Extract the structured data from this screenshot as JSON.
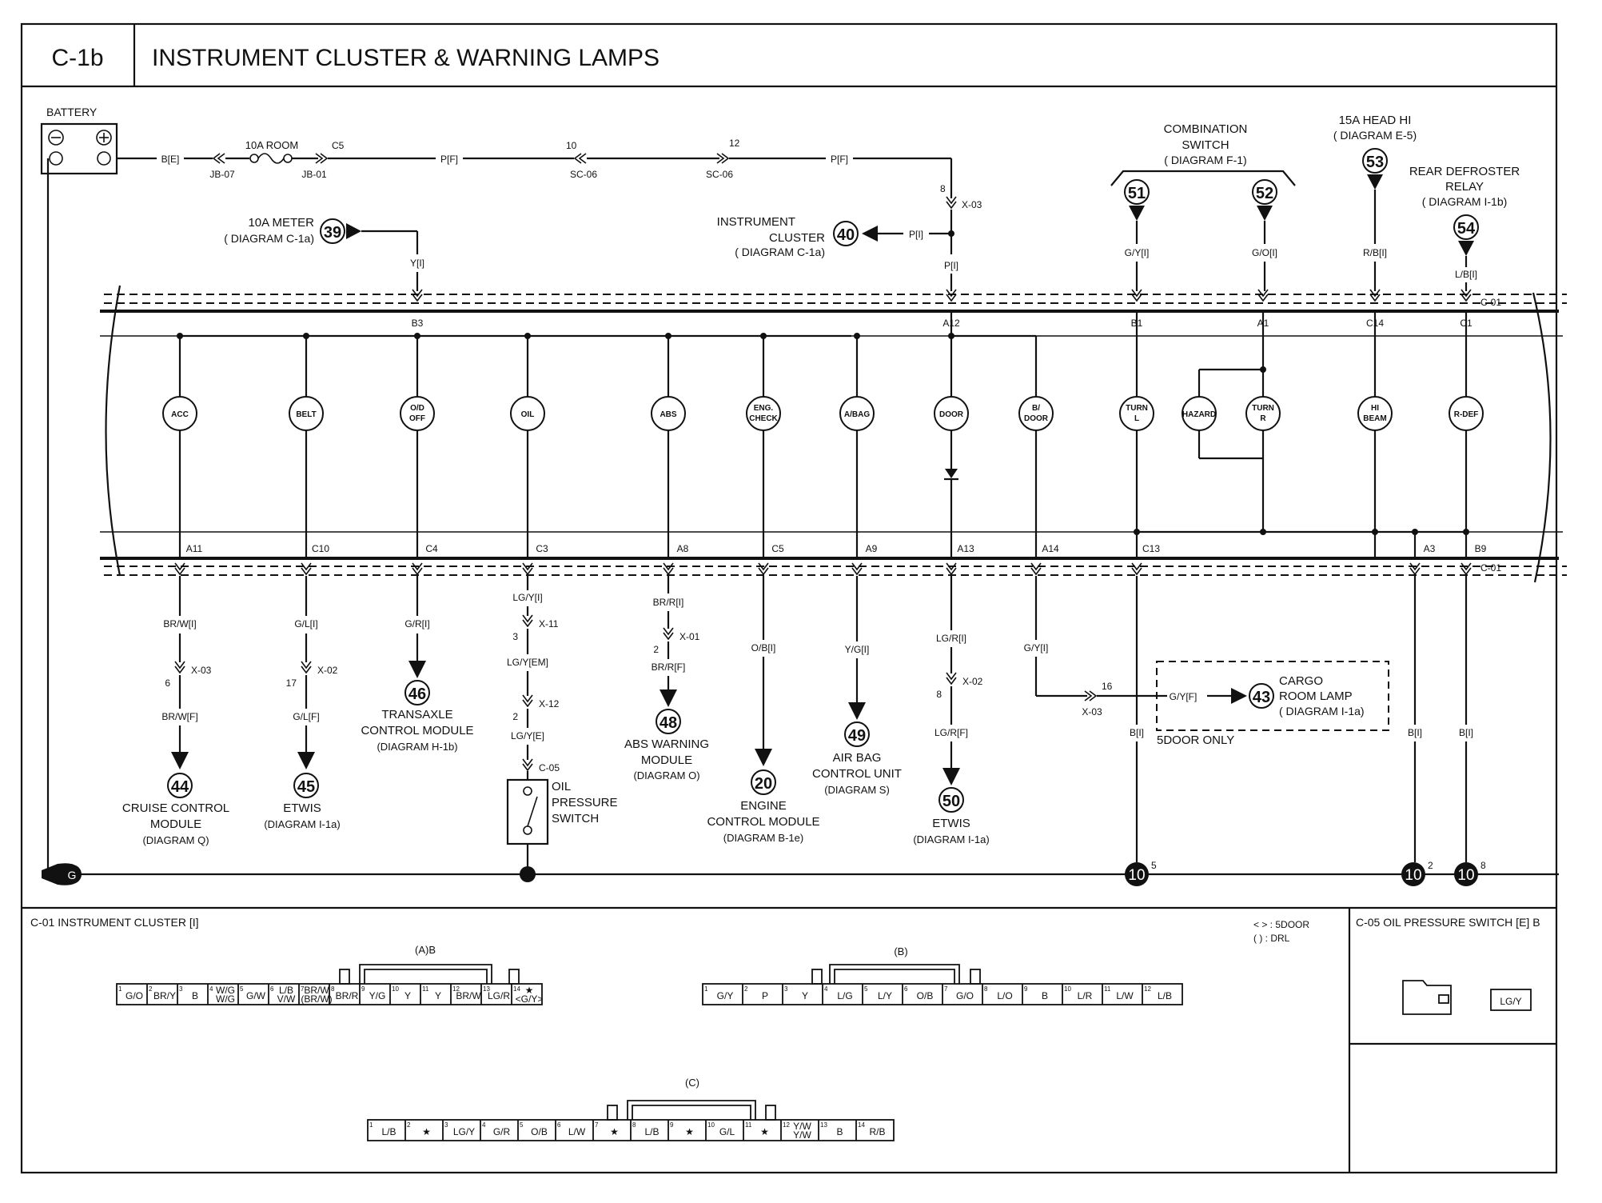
{
  "header": {
    "code": "C-1b",
    "title": "INSTRUMENT CLUSTER & WARNING LAMPS"
  },
  "top": {
    "battery": "BATTERY",
    "fuse_room": "10A ROOM",
    "meter_l1": "10A METER",
    "meter_l2": "( DIAGRAM  C-1a)",
    "ic_l1": "INSTRUMENT",
    "ic_l2": "CLUSTER",
    "ic_l3": "( DIAGRAM  C-1a)",
    "combo_l1": "COMBINATION",
    "combo_l2": "SWITCH",
    "combo_l3": "( DIAGRAM  F-1)",
    "head_l1": "15A HEAD HI",
    "head_l2": "( DIAGRAM  E-5)",
    "rd_l1": "REAR DEFROSTER",
    "rd_l2": "RELAY",
    "rd_l3": "( DIAGRAM  I-1b)"
  },
  "wires": {
    "be": "B[E]",
    "pf1": "P[F]",
    "pf2": "P[F]",
    "pi1": "P[I]",
    "pi2": "P[I]",
    "yi": "Y[I]",
    "gyi_t": "G/Y[I]",
    "goi_t": "G/O[I]",
    "rbi": "R/B[I]",
    "lbi": "L/B[I]",
    "brwi": "BR/W[I]",
    "brwf": "BR/W[F]",
    "gli": "G/L[I]",
    "glf": "G/L[F]",
    "gri": "G/R[I]",
    "lgyi": "LG/Y[I]",
    "lgyem": "LG/Y[EM]",
    "lgye": "LG/Y[E]",
    "brri": "BR/R[I]",
    "brrf": "BR/R[F]",
    "obi": "O/B[I]",
    "ygi": "Y/G[I]",
    "lgri": "LG/R[I]",
    "lgrf": "LG/R[F]",
    "gyi_b": "G/Y[I]",
    "gyf": "G/Y[F]",
    "bi1": "B[I]",
    "bi2": "B[I]",
    "bi3": "B[I]"
  },
  "connectors": {
    "jb07": "JB-07",
    "jb01": "JB-01",
    "c5": "C5",
    "n10": "10",
    "sc06a": "SC-06",
    "n12": "12",
    "sc06b": "SC-06",
    "x03t": "X-03",
    "x03t_n": "8",
    "c01t": "C-01",
    "c01b": "C-01",
    "x03a": "X-03",
    "x03a_n": "6",
    "x02a": "X-02",
    "x02a_n": "17",
    "x11": "X-11",
    "x11_n": "3",
    "x12": "X-12",
    "x12_n": "2",
    "c05": "C-05",
    "x01": "X-01",
    "x01_n": "2",
    "x02b": "X-02",
    "x02b_n": "8",
    "x03b": "X-03",
    "x03b_n": "16"
  },
  "pins_top": [
    "B3",
    "A12",
    "B1",
    "A1",
    "C14",
    "C1"
  ],
  "pins_bottom": [
    "A11",
    "C10",
    "C4",
    "C3",
    "A8",
    "C5",
    "A9",
    "A13",
    "A14",
    "C13",
    "A3",
    "B9"
  ],
  "lamps": [
    "ACC",
    "BELT",
    "O/D",
    "OFF",
    "OIL",
    "ABS",
    "ENG.",
    "CHECK",
    "A/BAG",
    "DOOR",
    "B/",
    "DOOR",
    "TURN",
    "L",
    "HAZARD",
    "TURN",
    "R",
    "HI",
    "BEAM",
    "R-DEF"
  ],
  "refs": {
    "r39": "39",
    "r40": "40",
    "r51": "51",
    "r52": "52",
    "r53": "53",
    "r54": "54",
    "r44": "44",
    "r45": "45",
    "r46": "46",
    "r48": "48",
    "r20": "20",
    "r49": "49",
    "r50": "50",
    "r43": "43"
  },
  "modules": {
    "cc_l1": "CRUISE CONTROL",
    "cc_l2": "MODULE",
    "cc_l3": "(DIAGRAM Q)",
    "et1_l1": "ETWIS",
    "et1_l2": "(DIAGRAM  I-1a)",
    "tcm_l1": "TRANSAXLE",
    "tcm_l2": "CONTROL MODULE",
    "tcm_l3": "(DIAGRAM  H-1b)",
    "ops_l1": "OIL",
    "ops_l2": "PRESSURE",
    "ops_l3": "SWITCH",
    "abs_l1": "ABS WARNING",
    "abs_l2": "MODULE",
    "abs_l3": "(DIAGRAM  O)",
    "ecm_l1": "ENGINE",
    "ecm_l2": "CONTROL MODULE",
    "ecm_l3": "(DIAGRAM  B-1e)",
    "ab_l1": "AIR BAG",
    "ab_l2": "CONTROL UNIT",
    "ab_l3": "(DIAGRAM  S)",
    "et2_l1": "ETWIS",
    "et2_l2": "(DIAGRAM  I-1a)",
    "cargo_l1": "CARGO",
    "cargo_l2": "ROOM LAMP",
    "cargo_l3": "( DIAGRAM  I-1a)",
    "door5": "5DOOR ONLY"
  },
  "grounds": {
    "g": "G",
    "g10a": "10",
    "g10a_n": "5",
    "g10b": "10",
    "g10b_n": "2",
    "g10c": "10",
    "g10c_n": "8"
  },
  "bottom": {
    "c01_title": "C-01 INSTRUMENT CLUSTER [I]",
    "legend_l1": "<   > : 5DOOR",
    "legend_l2": "(    ) : DRL",
    "c05_title": "C-05 OIL PRESSURE SWITCH [E] B",
    "c05_pin": "LG/Y",
    "ab_label": "(A)B",
    "b_label": "(B)",
    "c_label": "(C)",
    "conn_a": [
      {
        "n": "1",
        "w": [
          "G/O"
        ]
      },
      {
        "n": "2",
        "w": [
          "BR/Y"
        ]
      },
      {
        "n": "3",
        "w": [
          "B"
        ]
      },
      {
        "n": "4",
        "w": [
          "W/G",
          "W/G"
        ]
      },
      {
        "n": "5",
        "w": [
          "G/W"
        ]
      },
      {
        "n": "6",
        "w": [
          "L/B",
          "V/W"
        ]
      },
      {
        "n": "7",
        "w": [
          "BR/W",
          "(BR/W)"
        ]
      },
      {
        "n": "8",
        "w": [
          "BR/R"
        ]
      },
      {
        "n": "9",
        "w": [
          "Y/G"
        ]
      },
      {
        "n": "10",
        "w": [
          "Y"
        ]
      },
      {
        "n": "11",
        "w": [
          "Y"
        ]
      },
      {
        "n": "12",
        "w": [
          "BR/W"
        ]
      },
      {
        "n": "13",
        "w": [
          "LG/R"
        ]
      },
      {
        "n": "14",
        "w": [
          "★",
          "<G/Y>"
        ]
      }
    ],
    "conn_b": [
      {
        "n": "1",
        "w": [
          "G/Y"
        ]
      },
      {
        "n": "2",
        "w": [
          "P"
        ]
      },
      {
        "n": "3",
        "w": [
          "Y"
        ]
      },
      {
        "n": "4",
        "w": [
          "L/G"
        ]
      },
      {
        "n": "5",
        "w": [
          "L/Y"
        ]
      },
      {
        "n": "6",
        "w": [
          "O/B"
        ]
      },
      {
        "n": "7",
        "w": [
          "G/O"
        ]
      },
      {
        "n": "8",
        "w": [
          "L/O"
        ]
      },
      {
        "n": "9",
        "w": [
          "B"
        ]
      },
      {
        "n": "10",
        "w": [
          "L/R"
        ]
      },
      {
        "n": "11",
        "w": [
          "L/W"
        ]
      },
      {
        "n": "12",
        "w": [
          "L/B"
        ]
      }
    ],
    "conn_c": [
      {
        "n": "1",
        "w": [
          "L/B"
        ]
      },
      {
        "n": "2",
        "w": [
          "★"
        ]
      },
      {
        "n": "3",
        "w": [
          "LG/Y"
        ]
      },
      {
        "n": "4",
        "w": [
          "G/R"
        ]
      },
      {
        "n": "5",
        "w": [
          "O/B"
        ]
      },
      {
        "n": "6",
        "w": [
          "L/W"
        ]
      },
      {
        "n": "7",
        "w": [
          "★"
        ]
      },
      {
        "n": "8",
        "w": [
          "L/B"
        ]
      },
      {
        "n": "9",
        "w": [
          "★"
        ]
      },
      {
        "n": "10",
        "w": [
          "G/L"
        ]
      },
      {
        "n": "11",
        "w": [
          "★"
        ]
      },
      {
        "n": "12",
        "w": [
          "Y/W",
          "Y/W"
        ]
      },
      {
        "n": "13",
        "w": [
          "B"
        ]
      },
      {
        "n": "14",
        "w": [
          "R/B"
        ]
      }
    ]
  }
}
